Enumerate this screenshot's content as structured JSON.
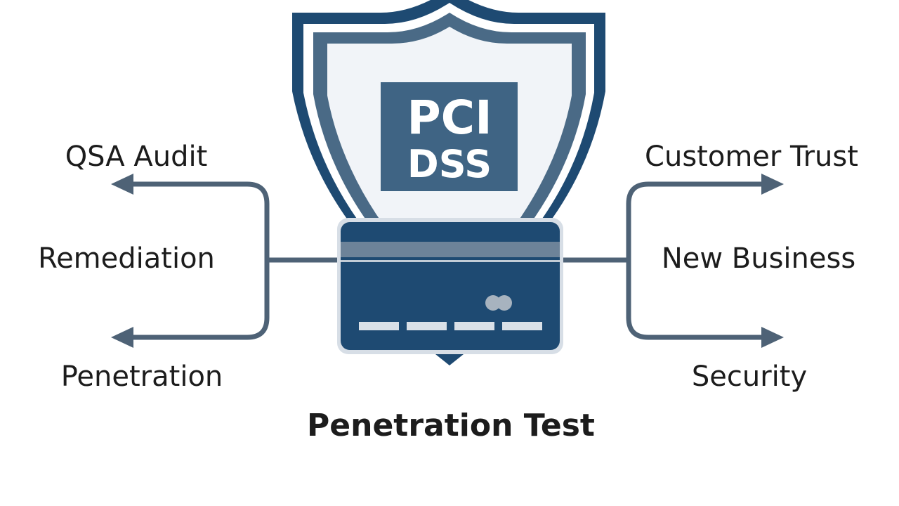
{
  "badge": {
    "line1": "PCI",
    "line2": "DSS"
  },
  "left_labels": {
    "top": "QSA Audit",
    "middle": "Remediation",
    "bottom": "Penetration"
  },
  "right_labels": {
    "top": "Customer Trust",
    "middle": "New Business",
    "bottom": "Security"
  },
  "caption": "Penetration Test",
  "colors": {
    "primary": "#1e4a72",
    "secondary": "#4a6a86",
    "connector": "#4e6276",
    "shield_inner": "#f1f4f8",
    "text": "#1c1c1c"
  },
  "icons": {
    "shield": "shield-icon",
    "card": "credit-card-icon"
  }
}
